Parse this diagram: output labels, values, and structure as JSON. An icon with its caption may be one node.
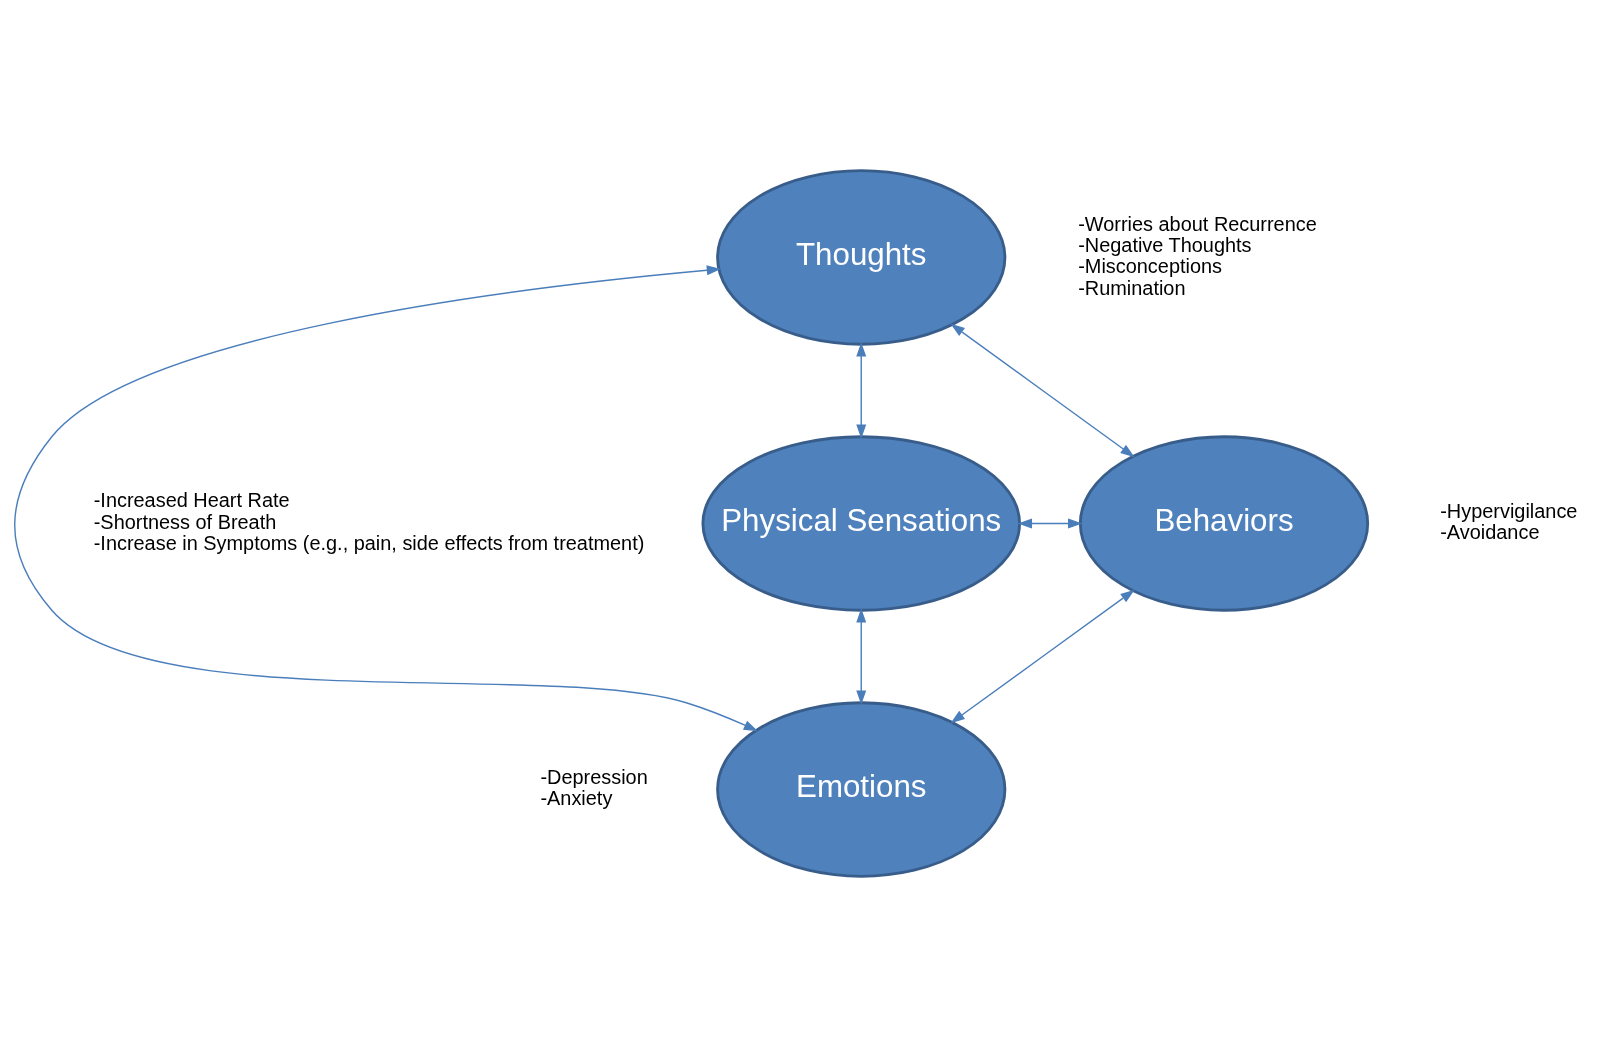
{
  "diagram": {
    "nodes": [
      {
        "text": [
          "Thoughts"
        ],
        "beside": [
          "-Worries about Recurrence",
          "-Negative Thoughts",
          "-Misconceptions",
          "-Rumination"
        ]
      },
      {
        "text": [
          "Physical Sensations"
        ],
        "beside": [
          "-Increased Heart Rate",
          "-Shortness of Breath",
          "-Increase in Symptoms (e.g., pain, side effects from treatment)"
        ]
      },
      {
        "text": [
          "Behaviors"
        ],
        "beside": [
          "-Hypervigilance",
          "-Avoidance"
        ]
      },
      {
        "text": [
          "Emotions"
        ],
        "beside": [
          "-Depression",
          "-Anxiety"
        ]
      }
    ],
    "edges": [
      {
        "from": 0,
        "to": 1,
        "arrow": "both"
      },
      {
        "from": 0,
        "to": 2,
        "arrow": "both"
      },
      {
        "from": 0,
        "to": 3,
        "arrow": "both"
      },
      {
        "from": 1,
        "to": 2,
        "arrow": "both"
      },
      {
        "from": 1,
        "to": 3,
        "arrow": "both"
      },
      {
        "from": 2,
        "to": 3,
        "arrow": "both"
      }
    ]
  }
}
